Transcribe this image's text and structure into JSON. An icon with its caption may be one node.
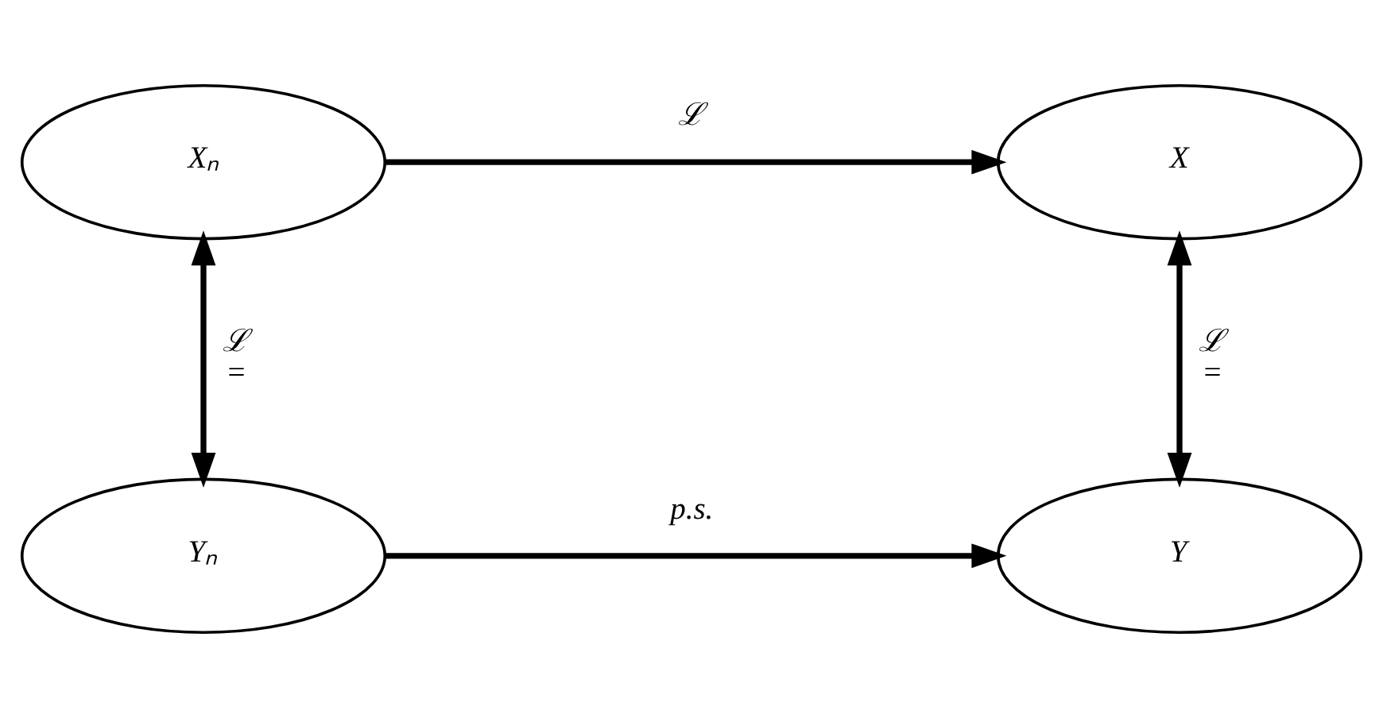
{
  "diagram": {
    "nodes": [
      {
        "text": [
          "Xₙ"
        ]
      },
      {
        "text": [
          "X"
        ]
      },
      {
        "text": [
          "Yₙ"
        ]
      },
      {
        "text": [
          "Y"
        ]
      }
    ],
    "edges": [
      {
        "from": 0,
        "to": 1,
        "arrow": "to",
        "label": "ℒ"
      },
      {
        "from": 0,
        "to": 2,
        "arrow": "both",
        "label": "ℒ ="
      },
      {
        "from": 1,
        "to": 3,
        "arrow": "both",
        "label": "ℒ ="
      },
      {
        "from": 2,
        "to": 3,
        "arrow": "to",
        "label": "p.s."
      }
    ]
  }
}
